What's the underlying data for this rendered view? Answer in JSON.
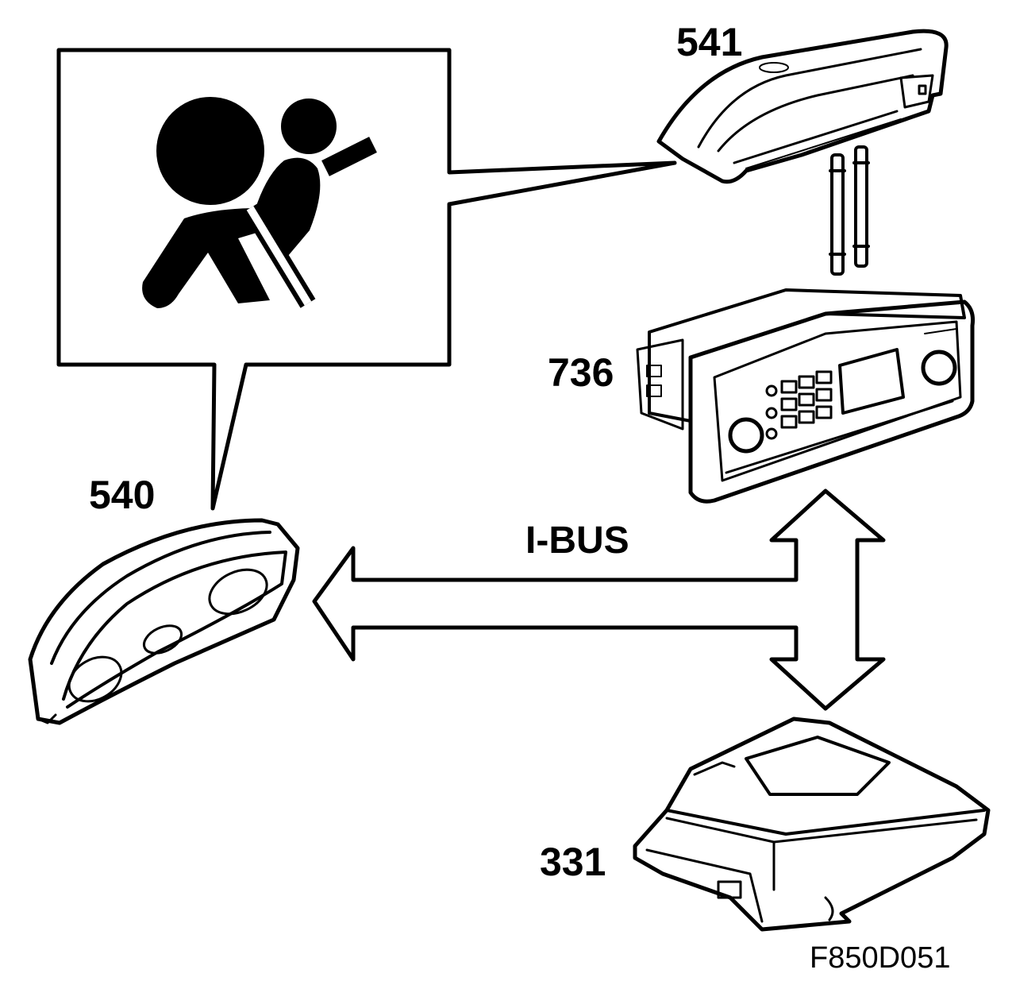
{
  "diagram": {
    "labels": {
      "warning_display": "541",
      "instrument_cluster": "540",
      "infotainment_unit": "736",
      "airbag_control_module": "331"
    },
    "bus_label": "I-BUS",
    "figure_code": "F850D051",
    "icon": "airbag-warning-icon"
  }
}
